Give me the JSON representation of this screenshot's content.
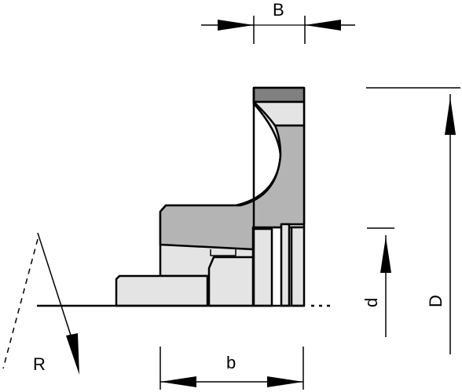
{
  "labels": {
    "B": "B",
    "b": "b",
    "d": "d",
    "D": "D",
    "R": "R"
  },
  "colors": {
    "stroke": "#000000",
    "dark_gray": "#808080",
    "mid_gray": "#b4b4b4",
    "light_gray": "#e4e4e4",
    "background": "#ffffff"
  }
}
